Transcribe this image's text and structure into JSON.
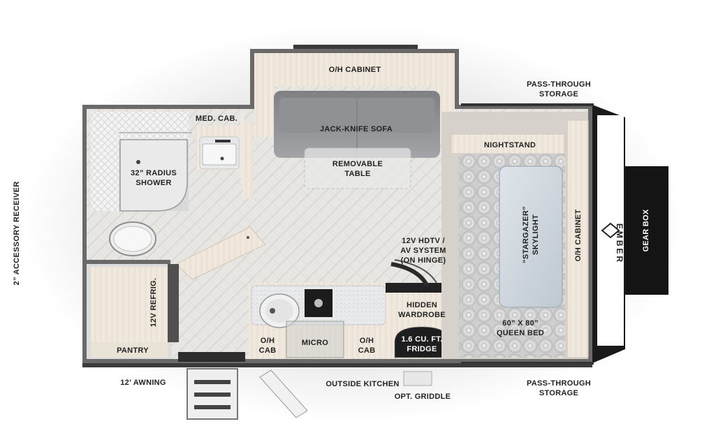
{
  "labels": {
    "oh_cabinet_top": "O/H CABINET",
    "pass_through_top": "PASS-THROUGH\nSTORAGE",
    "med_cab": "MED. CAB.",
    "jackknife_sofa": "JACK-KNIFE SOFA",
    "shower": "32” RADIUS\nSHOWER",
    "removable_table": "REMOVABLE\nTABLE",
    "nightstand": "NIGHTSTAND",
    "accessory_receiver": "2” ACCESSORY RECEIVER",
    "skylight": "“STARGAZER”\nSKYLIGHT",
    "oh_cabinet_right": "O/H CABINET",
    "gear_box": "GEAR BOX",
    "hdtv": "12V HDTV /\nAV SYSTEM\n(ON HINGE)",
    "refrig": "12V REFRIG.",
    "hidden_wardrobe": "HIDDEN\nWARDROBE",
    "oh_cab_left": "O/H\nCAB",
    "micro": "MICRO",
    "oh_cab_right": "O/H\nCAB",
    "fridge": "1.6 CU. FT.\nFRIDGE",
    "queen_bed": "60” X 80”\nQUEEN BED",
    "pantry": "PANTRY",
    "awning": "12’ AWNING",
    "outside_kitchen": "OUTSIDE KITCHEN",
    "opt_griddle": "OPT. GRIDDLE",
    "pass_through_bottom": "PASS-THROUGH\nSTORAGE"
  },
  "brand": {
    "logo_text": "EMBER"
  },
  "colors": {
    "wall": "#5b5b5b",
    "front_cap": "#111111",
    "floor": "#e9e7e4",
    "cabinet_wood": "#efe7dc",
    "sofa": "#8a8c8f"
  }
}
